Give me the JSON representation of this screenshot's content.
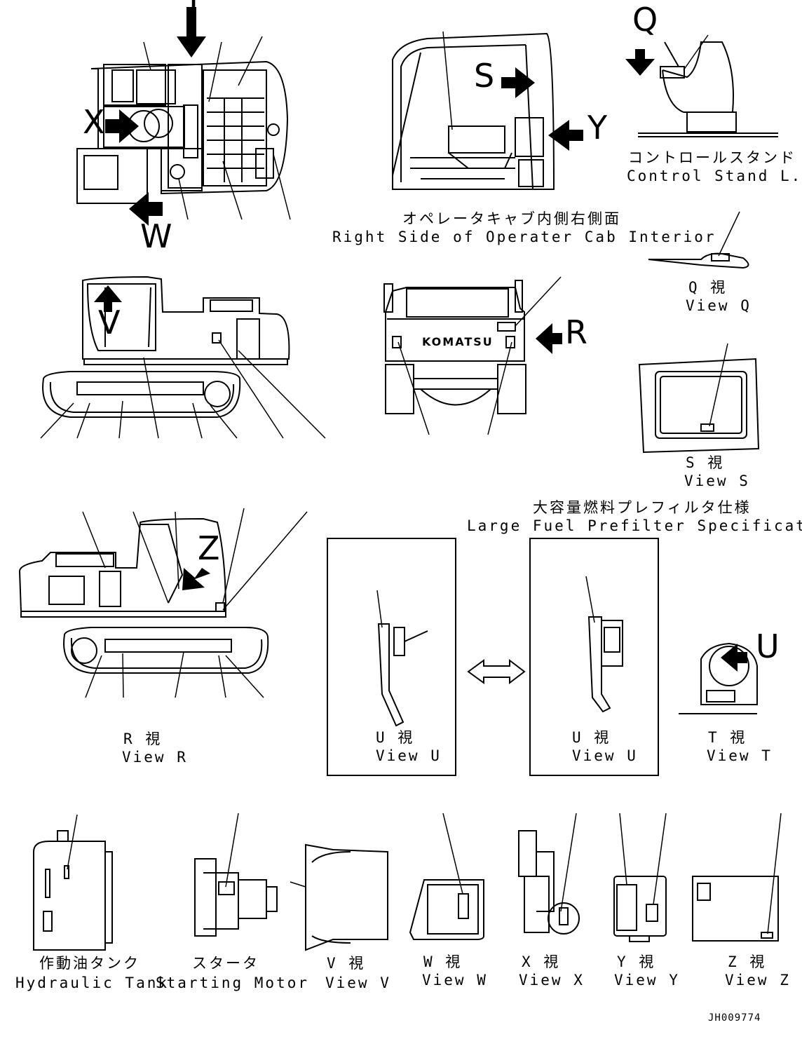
{
  "letters": {
    "T": "T",
    "Q": "Q",
    "S": "S",
    "X": "X",
    "Y": "Y",
    "W": "W",
    "V": "V",
    "R": "R",
    "Z": "Z",
    "U": "U"
  },
  "captions": {
    "control_stand_jp": "コントロールスタンド 左",
    "control_stand_en": "Control Stand L.H.",
    "cab_interior_jp": "オペレータキャブ内側右側面",
    "cab_interior_en": "Right Side of Operater Cab Interior",
    "view_q_jp": "Q 視",
    "view_q_en": "View Q",
    "view_s_jp": "S 視",
    "view_s_en": "View S",
    "prefilter_jp": "大容量燃料プレフィルタ仕様",
    "prefilter_en": "Large Fuel Prefilter Specification",
    "view_r_jp": "R 視",
    "view_r_en": "View R",
    "view_u_jp": "U 視",
    "view_u_en": "View U",
    "view_t_jp": "T 視",
    "view_t_en": "View T",
    "hydraulic_tank_jp": "作動油タンク",
    "hydraulic_tank_en": "Hydraulic Tank",
    "starting_motor_jp": "スタータ",
    "starting_motor_en": "Starting Motor",
    "view_v_jp": "V 視",
    "view_v_en": "View V",
    "view_w_jp": "W 視",
    "view_w_en": "View W",
    "view_x_jp": "X 視",
    "view_x_en": "View X",
    "view_y_jp": "Y 視",
    "view_y_en": "View Y",
    "view_z_jp": "Z 視",
    "view_z_en": "View Z"
  },
  "brand": "KOMATSU",
  "doc_id": "JH009774"
}
